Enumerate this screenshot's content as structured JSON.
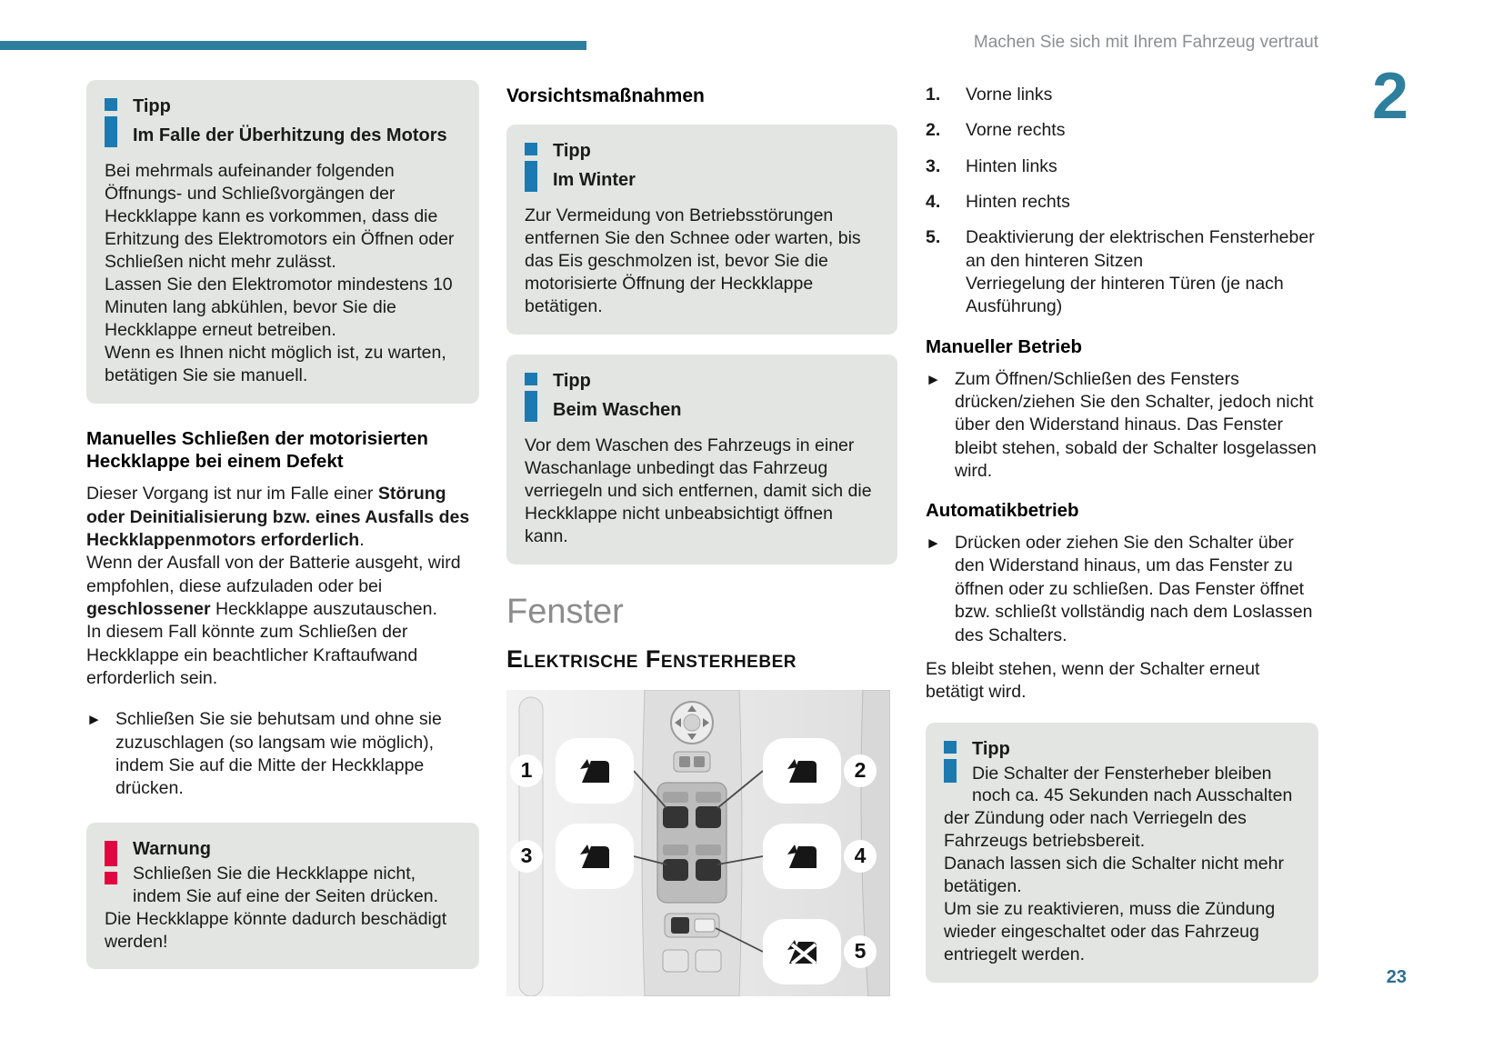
{
  "page": {
    "header_right": "Machen Sie sich mit Ihrem Fahrzeug vertraut",
    "chapter_number": "2",
    "page_number": "23",
    "accent_color": "#2e7f9d",
    "info_icon_color": "#1d7ab1",
    "warning_icon_color": "#e2053f",
    "box_background": "#e2e5e2"
  },
  "icons": {
    "arrow": "►",
    "info": "i",
    "warning": "!"
  },
  "left_column": {
    "tip_box": {
      "label": "Tipp",
      "heading": "Im Falle der Überhitzung des Motors",
      "text": "Bei mehrmals aufeinander folgenden Öffnungs- und Schließvorgängen der Heckklappe kann es vorkommen, dass die Erhitzung des Elektromotors ein Öffnen oder Schließen nicht mehr zulässt.\nLassen Sie den Elektromotor mindestens 10 Minuten lang abkühlen, bevor Sie die Heckklappe erneut betreiben.\nWenn es Ihnen nicht möglich ist, zu warten, betätigen Sie sie manuell."
    },
    "section_heading": "Manuelles Schließen der motorisierten Heckklappe bei einem Defekt",
    "para": {
      "s1": "Dieser Vorgang ist nur im Falle einer ",
      "s2": "Störung oder Deinitialisierung bzw. eines Ausfalls des Heckklappenmotors erforderlich",
      "s3": ".\nWenn der Ausfall von der Batterie ausgeht, wird empfohlen, diese aufzuladen oder bei ",
      "s4": "geschlossener",
      "s5": " Heckklappe auszutauschen.\nIn diesem Fall könnte zum Schließen der Heckklappe ein beachtlicher Kraftaufwand erforderlich sein."
    },
    "bullet": "Schließen Sie sie behutsam und ohne sie zuzuschlagen (so langsam wie möglich), indem Sie auf die Mitte der Heckklappe drücken.",
    "warning": {
      "label": "Warnung",
      "text": "Schließen Sie die Heckklappe nicht, indem Sie auf eine der Seiten drücken.\nDie Heckklappe könnte dadurch beschädigt werden!"
    }
  },
  "middle_column": {
    "heading": "Vorsichtsmaßnahmen",
    "tip_winter": {
      "label": "Tipp",
      "heading": "Im Winter",
      "text": "Zur Vermeidung von Betriebsstörungen entfernen Sie den Schnee oder warten, bis das Eis geschmolzen ist, bevor Sie die motorisierte Öffnung der Heckklappe betätigen."
    },
    "tip_wash": {
      "label": "Tipp",
      "heading": "Beim Waschen",
      "text": "Vor dem Waschen des Fahrzeugs in einer Waschanlage unbedingt das Fahrzeug verriegeln und sich entfernen, damit sich die Heckklappe nicht unbeabsichtigt öffnen kann."
    },
    "chapter_heading": "Fenster",
    "section_heading": "Elektrische Fensterheber",
    "figure": {
      "description": "Türverkleidung mit elektrischen Fensterheber-Schaltern",
      "callouts": [
        "1",
        "2",
        "3",
        "4",
        "5"
      ]
    }
  },
  "right_column": {
    "numbered_list": [
      {
        "num": "1.",
        "text": "Vorne links"
      },
      {
        "num": "2.",
        "text": "Vorne rechts"
      },
      {
        "num": "3.",
        "text": "Hinten links"
      },
      {
        "num": "4.",
        "text": "Hinten rechts"
      },
      {
        "num": "5.",
        "text": "Deaktivierung der elektrischen Fensterheber an den hinteren Sitzen\nVerriegelung der hinteren Türen (je nach Ausführung)"
      }
    ],
    "manual_heading": "Manueller Betrieb",
    "manual_bullet": "Zum Öffnen/Schließen des Fensters drücken/ziehen Sie den Schalter, jedoch nicht über den Widerstand hinaus. Das Fenster bleibt stehen, sobald der Schalter losgelassen wird.",
    "auto_heading": "Automatikbetrieb",
    "auto_bullet": "Drücken oder ziehen Sie den Schalter über den Widerstand hinaus, um das Fenster zu öffnen oder zu schließen. Das Fenster öffnet bzw. schließt vollständig nach dem Loslassen des Schalters.",
    "para": "Es bleibt stehen, wenn der Schalter erneut betätigt wird.",
    "tip_box": {
      "label": "Tipp",
      "text": "Die Schalter der Fensterheber bleiben noch ca. 45 Sekunden nach Ausschalten der Zündung oder nach Verriegeln des Fahrzeugs betriebsbereit.\nDanach lassen sich die Schalter nicht mehr betätigen.\nUm sie zu reaktivieren, muss die Zündung wieder eingeschaltet oder das Fahrzeug entriegelt werden."
    }
  }
}
